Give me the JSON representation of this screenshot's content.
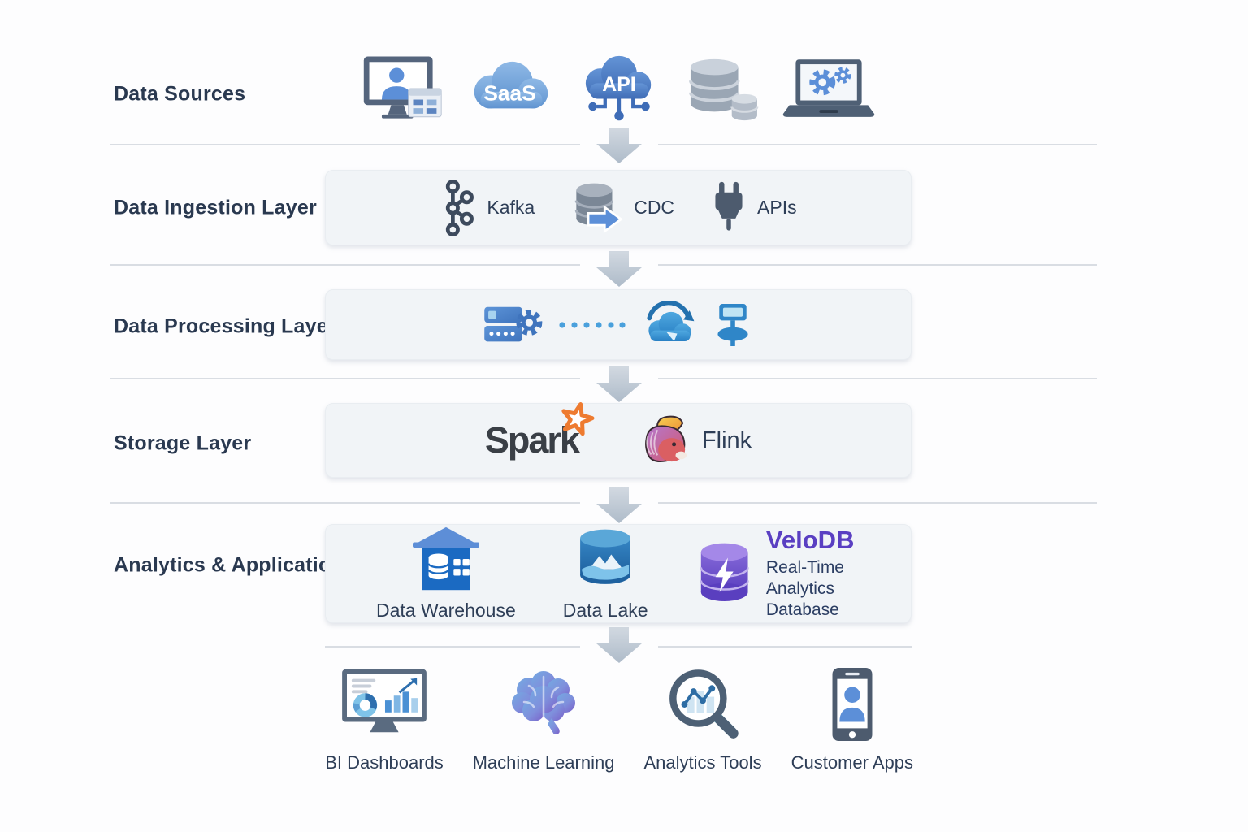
{
  "page": {
    "background": "#fdfdfe"
  },
  "colors": {
    "label_navy": "#2a3950",
    "item_text": "#2e3e57",
    "panel_bg": "#f1f4f7",
    "divider": "#d9dde3",
    "arrow_gray_blue": "#b9c4d1",
    "accent_blue": "#5c8fd8",
    "velodb_purple": "#5a3fc2",
    "spark_orange": "#ee7b30"
  },
  "rows": {
    "data_sources": {
      "label": "Data Sources",
      "saas_text": "SaaS",
      "api_text": "API",
      "icons": [
        "workstation-user-icon",
        "saas-cloud-icon",
        "api-cloud-icon",
        "database-stack-icon",
        "laptop-gears-icon"
      ]
    },
    "ingestion": {
      "label": "Data Ingestion Layer",
      "items": [
        {
          "icon": "kafka-icon",
          "label": "Kafka"
        },
        {
          "icon": "cdc-database-arrow-icon",
          "label": "CDC"
        },
        {
          "icon": "plug-icon",
          "label": "APIs"
        }
      ]
    },
    "processing": {
      "label": "Data Processing Layer",
      "icons": [
        "server-gear-icon",
        "dotted-flow-icon",
        "cloud-sync-icon",
        "node-terminal-icon"
      ]
    },
    "storage": {
      "label": "Storage Layer",
      "items": [
        {
          "icon": "spark-logo",
          "label": "Spark"
        },
        {
          "icon": "flink-squirrel-logo",
          "label": "Flink"
        }
      ]
    },
    "analytics": {
      "label": "Analytics & Applications",
      "items": [
        {
          "icon": "data-warehouse-icon",
          "label": "Data Warehouse"
        },
        {
          "icon": "data-lake-icon",
          "label": "Data Lake"
        }
      ],
      "velodb": {
        "icon": "velodb-cylinder-bolt-icon",
        "name": "VeloDB",
        "subtitle_line1": "Real-Time Analytics",
        "subtitle_line2": "Database"
      }
    },
    "outputs": {
      "items": [
        {
          "icon": "bi-dashboard-icon",
          "label": "BI Dashboards"
        },
        {
          "icon": "machine-learning-brain-icon",
          "label": "Machine Learning"
        },
        {
          "icon": "magnifier-chart-icon",
          "label": "Analytics Tools"
        },
        {
          "icon": "smartphone-user-icon",
          "label": "Customer Apps"
        }
      ]
    }
  }
}
